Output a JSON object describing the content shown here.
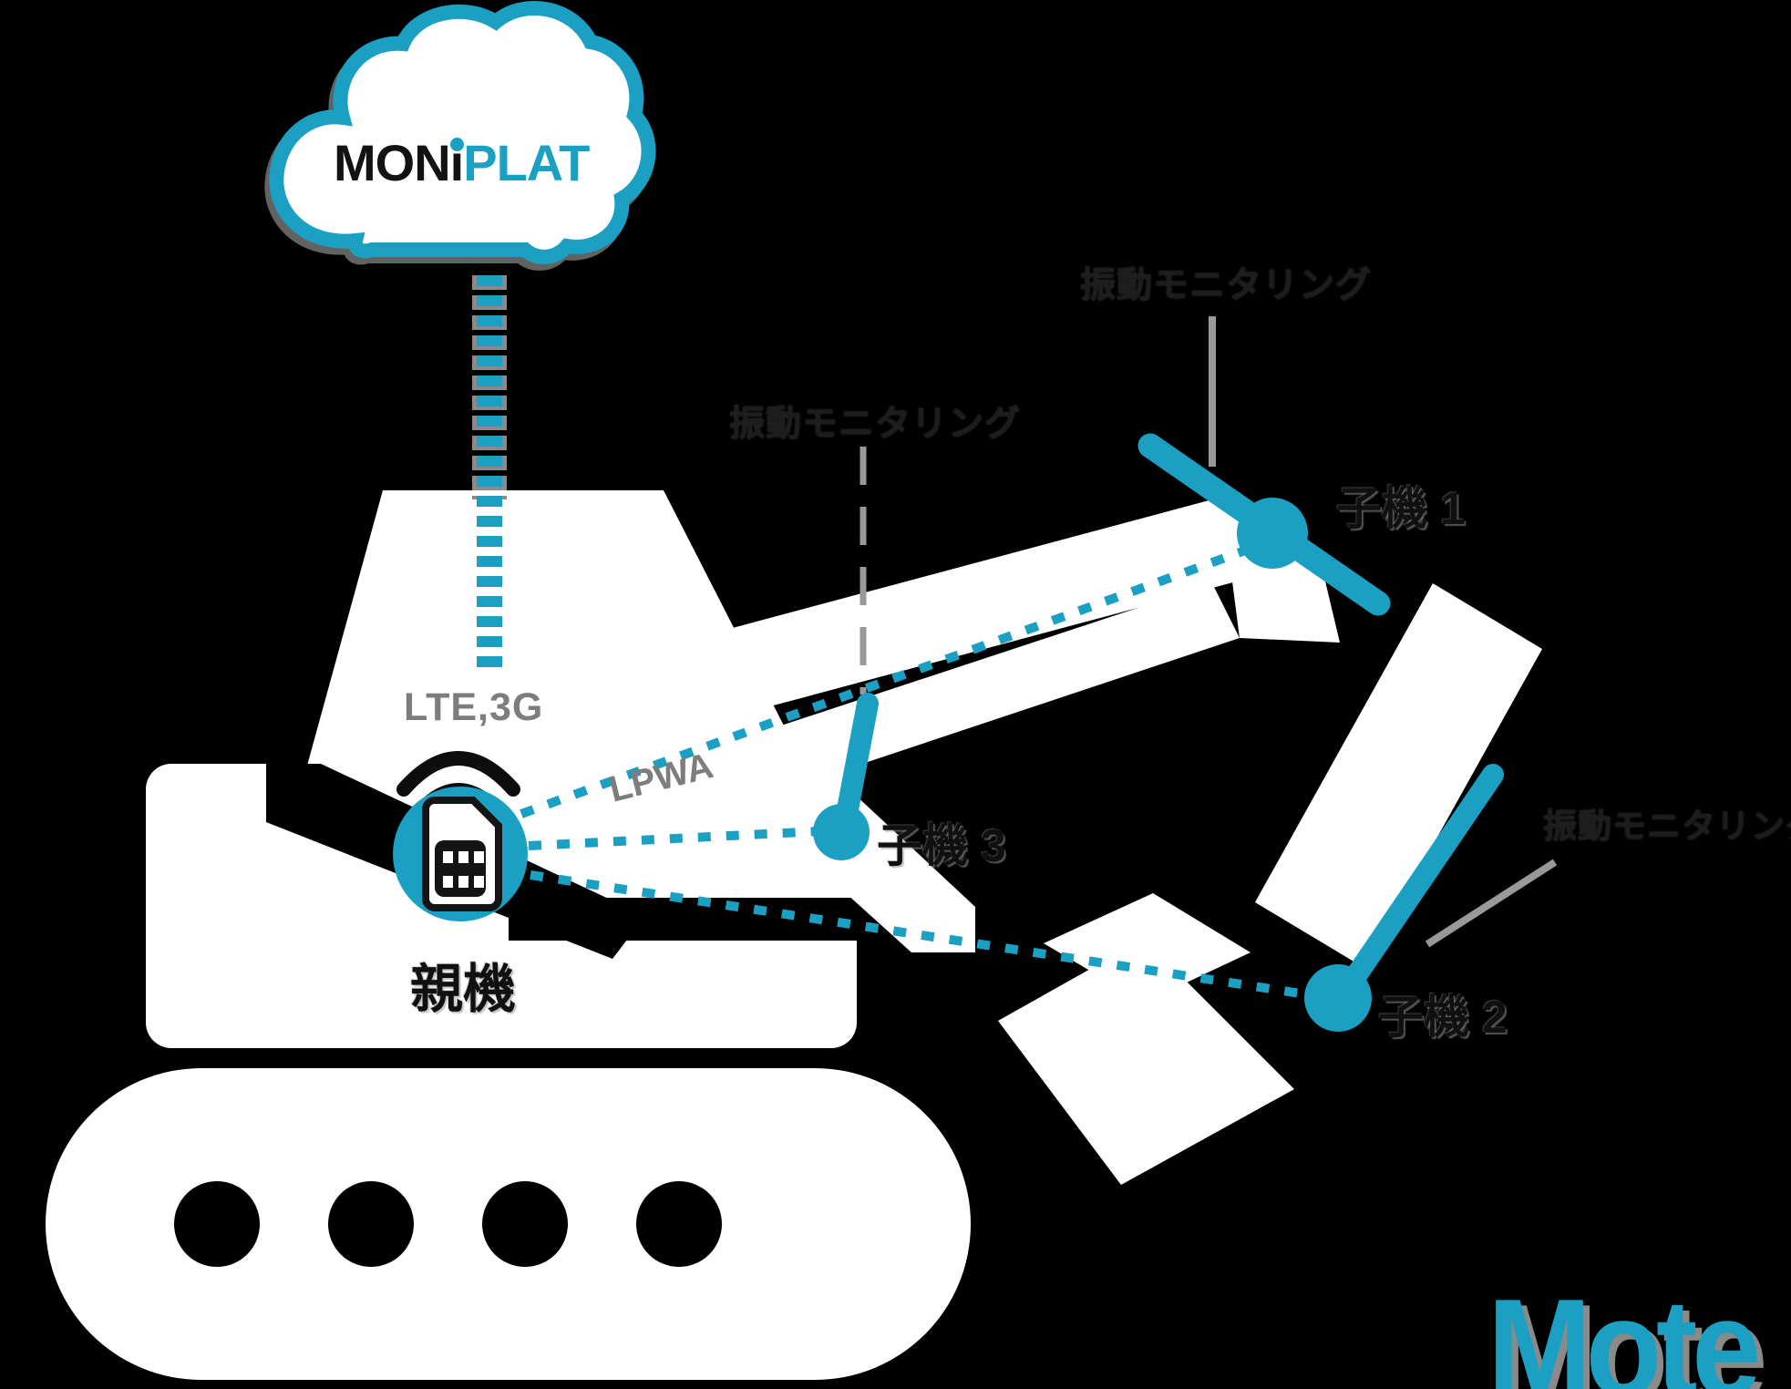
{
  "cloud": {
    "brand_prefix": "MONi",
    "brand_suffix": "PLAT"
  },
  "links": {
    "cellular_label": "LTE,3G",
    "lpwa_label": "LPWA"
  },
  "units": {
    "parent_label": "親機",
    "child1_label": "子機 1",
    "child2_label": "子機 2",
    "child3_label": "子機 3"
  },
  "monitoring_labels": {
    "top": "振動モニタリング",
    "middle": "振動モニタリング",
    "right": "振動モニタリング"
  },
  "watermark_label": "Mote",
  "colors": {
    "teal": "#1BA0C4",
    "net_label_gray": "#7D7D7D",
    "pointer_gray": "#999999",
    "dark_label": "#1D1D1D",
    "machine_white": "#FFFFFF",
    "background": "#000000"
  }
}
